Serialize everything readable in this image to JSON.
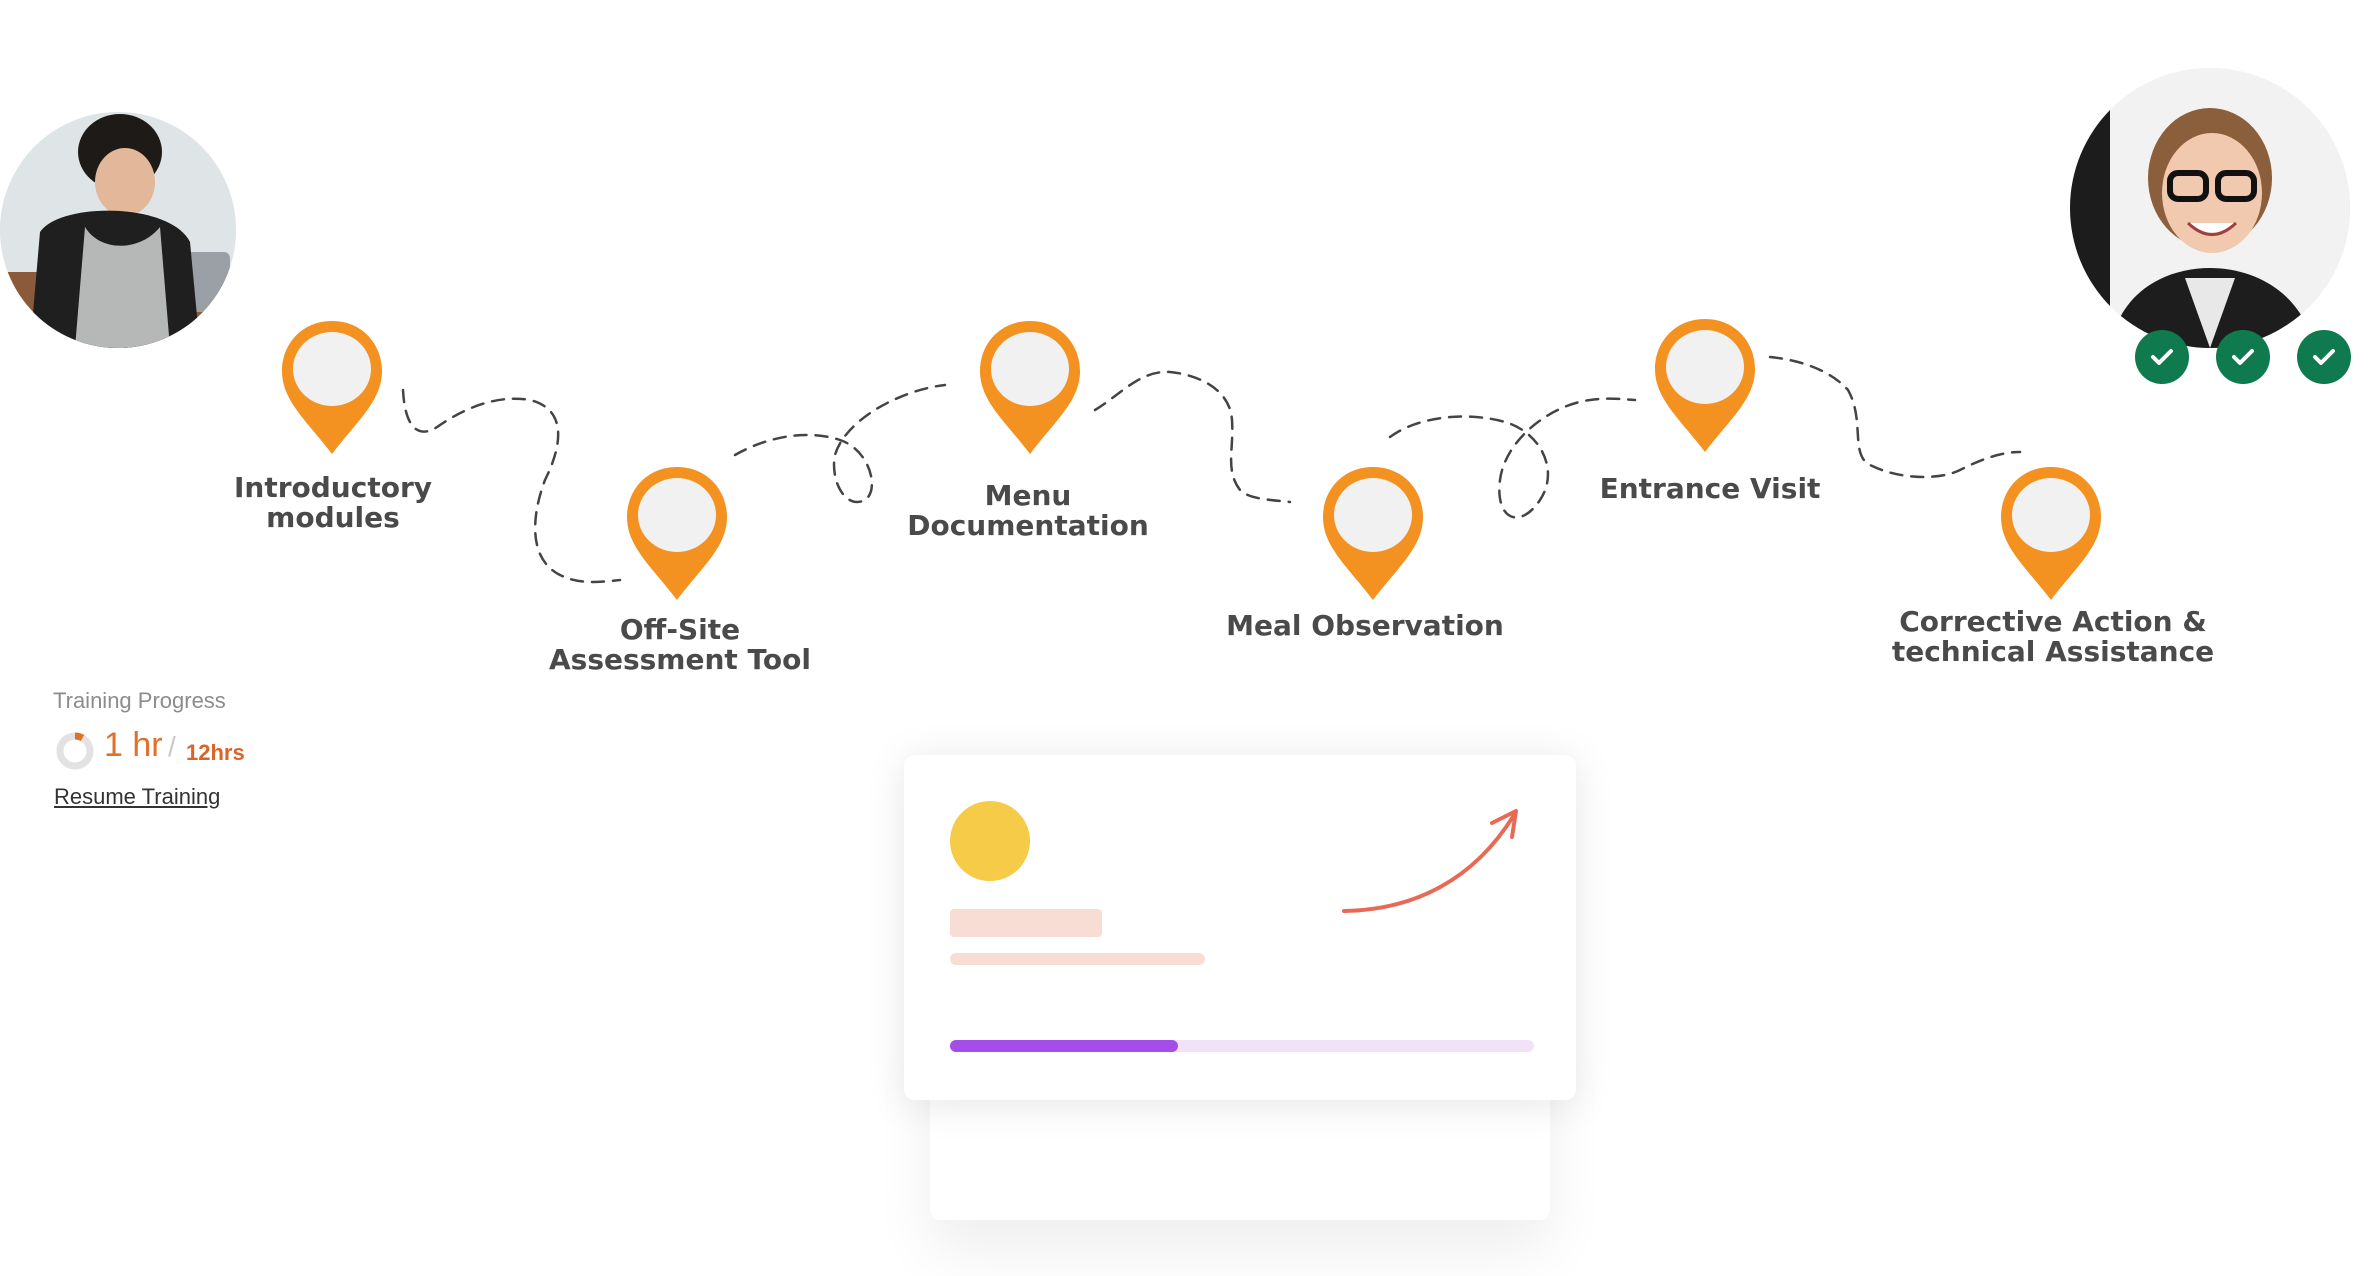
{
  "colors": {
    "pin": "#f39221",
    "pin_inner": "#f1f1f1",
    "label_text": "#4a4a4a",
    "path_dash": "#444444",
    "check_bg": "#0f7a4e",
    "accent_orange": "#e1702b",
    "progress_purple": "#a44de9",
    "progress_track": "#f1e2f8",
    "card_circle": "#f5cb47",
    "arrow": "#e86a55"
  },
  "avatars": {
    "left": {
      "icon": "person-photo",
      "alt": "trainee-photo"
    },
    "right": {
      "icon": "person-photo",
      "alt": "inspector-photo"
    }
  },
  "milestones": [
    {
      "line1": "Introductory",
      "line2": "modules"
    },
    {
      "line1": "Off-Site",
      "line2": "Assessment Tool"
    },
    {
      "line1": "Menu",
      "line2": "Documentation"
    },
    {
      "line1": "Meal Observation",
      "line2": ""
    },
    {
      "line1": "Entrance Visit",
      "line2": ""
    },
    {
      "line1": "Corrective Action &",
      "line2": "technical Assistance"
    }
  ],
  "checks": [
    {
      "icon": "check-icon"
    },
    {
      "icon": "check-icon"
    },
    {
      "icon": "check-icon"
    }
  ],
  "training": {
    "title": "Training Progress",
    "value": "1 hr",
    "slash": "/",
    "total": "12hrs",
    "progress_fraction": 0.083,
    "resume_label": "Resume Training"
  },
  "card": {
    "progress_fraction": 0.39
  }
}
